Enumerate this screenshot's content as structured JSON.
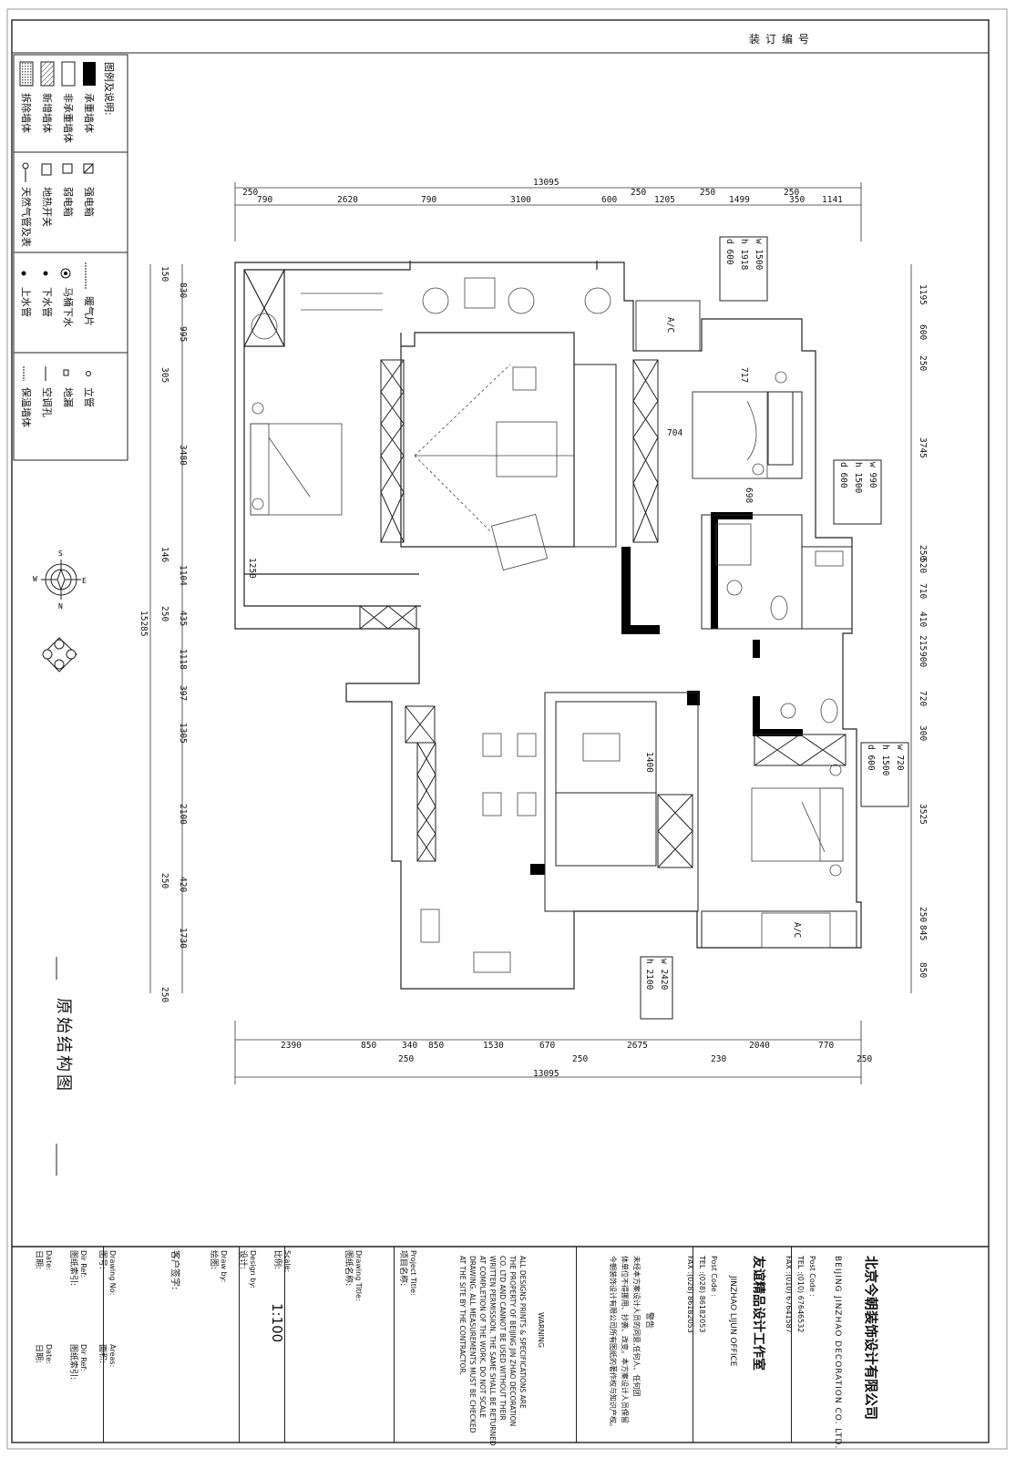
{
  "header": {
    "binding_no": "装订编号"
  },
  "legend": {
    "title": "图例及说明:",
    "items": [
      {
        "symbol": "solid-black",
        "label": "承重墙体"
      },
      {
        "symbol": "white-box",
        "label": "非承重墙体"
      },
      {
        "symbol": "hatched",
        "label": "新增墙体"
      },
      {
        "symbol": "dotted",
        "label": "拆除墙体"
      },
      {
        "symbol": "distribution-box",
        "label": "强电箱"
      },
      {
        "symbol": "weak-box",
        "label": "弱电箱"
      },
      {
        "symbol": "floor-heat",
        "label": "地热开关"
      },
      {
        "symbol": "gas-meter",
        "label": "天然气管及表"
      },
      {
        "symbol": "radiator",
        "label": "暖气片"
      },
      {
        "symbol": "toilet-drain",
        "label": "马桶下水"
      },
      {
        "symbol": "drain",
        "label": "下水管"
      },
      {
        "symbol": "water-supply",
        "label": "上水管"
      },
      {
        "symbol": "vertical-pipe",
        "label": "立管"
      },
      {
        "symbol": "floor-drain",
        "label": "地漏"
      },
      {
        "symbol": "ac-hole",
        "label": "空调孔"
      },
      {
        "symbol": "insulation-wall",
        "label": "保温墙体"
      }
    ]
  },
  "dimensions": {
    "overall_width": "13095",
    "overall_height": "15285",
    "top_row": [
      "250",
      "790",
      "2620",
      "790",
      "3100",
      "600",
      "250",
      "1205",
      "250",
      "1499",
      "250",
      "350",
      "1141"
    ],
    "bottom_row": [
      "2390",
      "850",
      "340",
      "850",
      "1530",
      "670",
      "2675",
      "2040",
      "770"
    ],
    "bottom_small": [
      "250",
      "250",
      "230",
      "250"
    ],
    "left_column": [
      "150",
      "830",
      "995",
      "305",
      "3480",
      "146",
      "1104",
      "250",
      "435",
      "1118",
      "397",
      "1305",
      "2100",
      "250",
      "420",
      "1730",
      "250"
    ],
    "right_column": [
      "1195",
      "600",
      "250",
      "3745",
      "250",
      "520",
      "710",
      "410",
      "215",
      "900",
      "720",
      "300",
      "3525",
      "250",
      "845",
      "850"
    ],
    "interior": [
      "717",
      "704",
      "698",
      "1250",
      "1400"
    ]
  },
  "windows": [
    {
      "w": "1500",
      "h": "1918",
      "d": "600"
    },
    {
      "w": "990",
      "h": "1500",
      "d": "600"
    },
    {
      "w": "720",
      "h": "1500",
      "d": "600"
    },
    {
      "w": "2420",
      "h": "2100"
    }
  ],
  "ac_labels": [
    "A/C",
    "A/C"
  ],
  "drawing_title": "原始结构图",
  "title_block": {
    "company_cn": "北京今朝装饰设计有限公司",
    "company_en": "BEIJING JINZHAO DECORATION CO. LTD.",
    "post_code": "Post Code :",
    "tel": "TEL :(010) 67646532",
    "fax": "FAX :(010) 67641587",
    "office_cn": "友谊精品设计工作室",
    "office_en": "JINZHAO LIJUN OFFICE",
    "office_post": "Post Code :",
    "office_tel": "TEL :(028) 86182053",
    "office_fax": "FAX :(028) 86182053",
    "notice_cn_title": "警告",
    "notice_cn": [
      "未经本方案设计人员的同意,任何人、任何团",
      "体单位不得挪用、抄袭、改变。本方案设计人员保留",
      "今朝装饰设计有限公司所有图纸的著作权与知识产权。"
    ],
    "notice_en_title": "WARNING",
    "notice_en": [
      "ALL DESIGNS PRINTS & SPECIFICATIONS ARE",
      "THE PROPERTY OF BEIJING JIN ZHAO DECORATION",
      "CO. LTD AND CANNOT BE USED WITHOUT THEIR",
      "WRITTEN PERMISSION. THE SAME SHALL BE RETURNED",
      "AT COMPLETION OF THE WORK. DO NOT SCALE",
      "DRAWING. ALL MEASUREMENTS MUST BE CHECKED",
      "AT THE SITE BY THE CONTRACTOR."
    ],
    "project_title_en": "Project Title:",
    "project_title_cn": "项目名称:",
    "drawing_title_en": "Drawing Title:",
    "drawing_title_cn": "图纸名称:",
    "scale_en": "Scale:",
    "scale_cn": "比例:",
    "scale_value": "1:100",
    "design_en": "Design by:",
    "design_cn": "设计:",
    "draw_en": "Draw by:",
    "draw_cn": "绘图:",
    "client_cn": "客户签字:",
    "drawing_no_en": "Drawing No:",
    "drawing_no_cn": "图号:",
    "areas_en": "Areas:",
    "areas_cn": "面积:",
    "dir_ref_en": "Dir Ref:",
    "dir_ref_cn": "图纸索引:",
    "dir_ref2_en": "Dir Ref:",
    "dir_ref2_cn": "图纸索引:",
    "date_en": "Date:",
    "date_cn": "日期:",
    "date2_en": "Date:",
    "date2_cn": "日期:"
  }
}
